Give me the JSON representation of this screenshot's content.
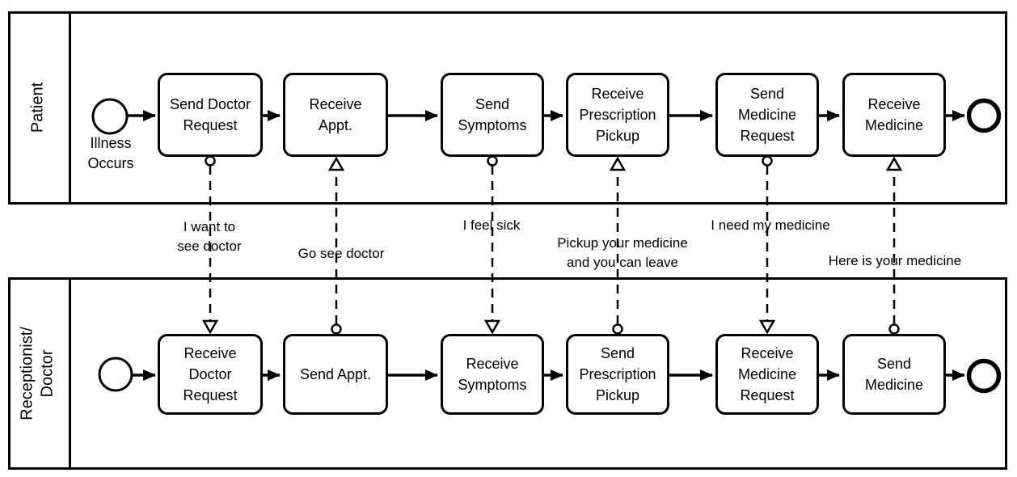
{
  "diagram": {
    "type": "bpmn-collaboration",
    "colors": {
      "stroke": "#000000",
      "background": "#ffffff"
    }
  },
  "lanes": {
    "patient": {
      "label": "Patient"
    },
    "receptionist": {
      "label": "Receptionist/\nDoctor"
    }
  },
  "patient": {
    "start_event_label": "Illness\nOccurs",
    "tasks": [
      {
        "label": "Send Doctor\nRequest"
      },
      {
        "label": "Receive\nAppt."
      },
      {
        "label": "Send\nSymptoms"
      },
      {
        "label": "Receive\nPrescription\nPickup"
      },
      {
        "label": "Send\nMedicine\nRequest"
      },
      {
        "label": "Receive\nMedicine"
      }
    ]
  },
  "receptionist": {
    "tasks": [
      {
        "label": "Receive\nDoctor\nRequest"
      },
      {
        "label": "Send Appt."
      },
      {
        "label": "Receive\nSymptoms"
      },
      {
        "label": "Send\nPrescription\nPickup"
      },
      {
        "label": "Receive\nMedicine\nRequest"
      },
      {
        "label": "Send\nMedicine"
      }
    ]
  },
  "messages": [
    {
      "label": "I want to\nsee doctor",
      "direction": "patient-to-receptionist"
    },
    {
      "label": "Go see doctor",
      "direction": "receptionist-to-patient"
    },
    {
      "label": "I feel sick",
      "direction": "patient-to-receptionist"
    },
    {
      "label": "Pickup your medicine\nand you can leave",
      "direction": "receptionist-to-patient"
    },
    {
      "label": "I need my medicine",
      "direction": "patient-to-receptionist"
    },
    {
      "label": "Here is your medicine",
      "direction": "receptionist-to-patient"
    }
  ]
}
